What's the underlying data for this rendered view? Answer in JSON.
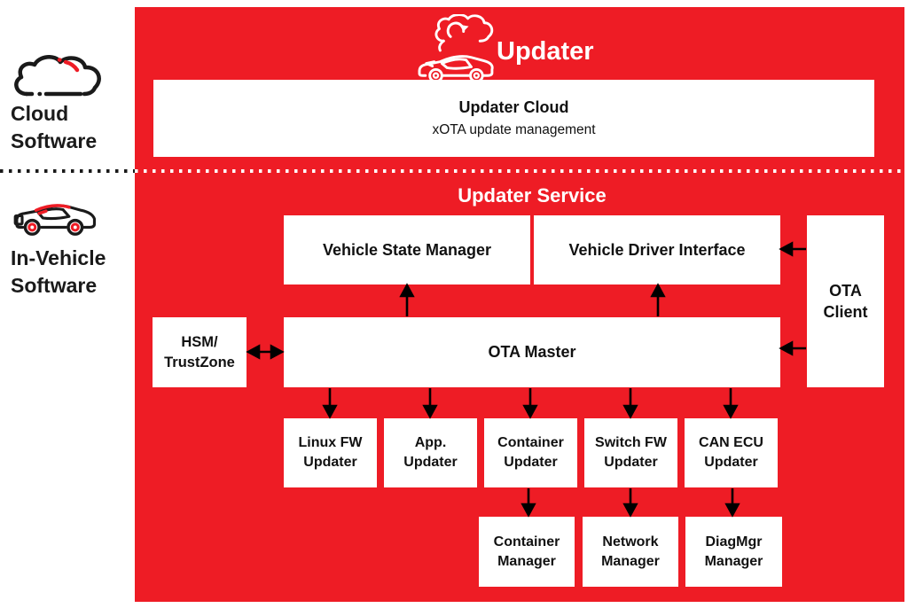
{
  "colors": {
    "panel_red": "#EE1C25",
    "accent_red": "#EE1C25",
    "ink": "#1a1a1a"
  },
  "left_rail": {
    "cloud_label": "Cloud\nSoftware",
    "vehicle_label": "In-Vehicle\nSoftware"
  },
  "header": {
    "title": "Updater"
  },
  "cloud_section": {
    "box_title": "Updater Cloud",
    "box_subtitle": "xOTA update management"
  },
  "service_section": {
    "title": "Updater Service",
    "vehicle_state_manager": "Vehicle State Manager",
    "vehicle_driver_interface": "Vehicle Driver Interface",
    "ota_client": "OTA\nClient",
    "hsm": "HSM/\nTrustZone",
    "ota_master": "OTA Master",
    "updaters": [
      "Linux FW\nUpdater",
      "App.\nUpdater",
      "Container\nUpdater",
      "Switch FW\nUpdater",
      "CAN ECU\nUpdater"
    ],
    "managers": [
      "Container\nManager",
      "Network\nManager",
      "DiagMgr\nManager"
    ]
  }
}
